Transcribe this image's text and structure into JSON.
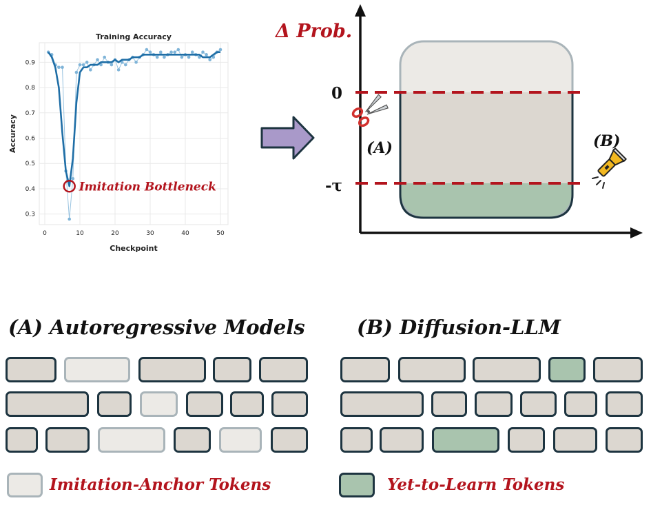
{
  "colors": {
    "axis_red": "#b3141d",
    "line_blue": "#1f6ea6",
    "dot_blue": "#7fb4d8",
    "token_normal": "#dcd7d0",
    "token_anchor": "#eceae6",
    "token_learn": "#a9c4ae",
    "token_border": "#1d3440",
    "arrow_fill": "#a999c9"
  },
  "chart_data": {
    "type": "line",
    "title": "Training Accuracy",
    "xlabel": "Checkpoint",
    "ylabel": "Accuracy",
    "xlim": [
      -1,
      52
    ],
    "ylim": [
      0.26,
      0.98
    ],
    "x_ticks": [
      0,
      10,
      20,
      30,
      40,
      50
    ],
    "y_ticks": [
      0.3,
      0.4,
      0.5,
      0.6,
      0.7,
      0.8,
      0.9
    ],
    "grid": true,
    "annotation": {
      "text": "Imitation Bottleneck",
      "x": 7,
      "y": 0.41
    },
    "series": [
      {
        "x": [
          1,
          2,
          3,
          4,
          5,
          6,
          7,
          8,
          9,
          10,
          11,
          12,
          13,
          14,
          15,
          16,
          17,
          18,
          19,
          20,
          21,
          22,
          23,
          24,
          25,
          26,
          27,
          28,
          29,
          30,
          31,
          32,
          33,
          34,
          35,
          36,
          37,
          38,
          39,
          40,
          41,
          42,
          43,
          44,
          45,
          46,
          47,
          48,
          49,
          50
        ],
        "values": [
          0.94,
          0.93,
          0.89,
          0.88,
          0.88,
          0.47,
          0.28,
          0.44,
          0.86,
          0.89,
          0.89,
          0.9,
          0.87,
          0.89,
          0.91,
          0.89,
          0.92,
          0.9,
          0.89,
          0.91,
          0.87,
          0.9,
          0.89,
          0.91,
          0.92,
          0.9,
          0.92,
          0.93,
          0.95,
          0.94,
          0.93,
          0.92,
          0.94,
          0.92,
          0.93,
          0.94,
          0.94,
          0.95,
          0.92,
          0.93,
          0.92,
          0.94,
          0.93,
          0.92,
          0.94,
          0.93,
          0.91,
          0.92,
          0.94,
          0.95
        ]
      },
      {
        "x": [
          1,
          2,
          3,
          4,
          5,
          6,
          7,
          8,
          9,
          10,
          11,
          12,
          13,
          14,
          15,
          16,
          17,
          18,
          19,
          20,
          21,
          22,
          23,
          24,
          25,
          26,
          27,
          28,
          29,
          30,
          31,
          32,
          33,
          34,
          35,
          36,
          37,
          38,
          39,
          40,
          41,
          42,
          43,
          44,
          45,
          46,
          47,
          48,
          49,
          50
        ],
        "values": [
          0.94,
          0.92,
          0.88,
          0.8,
          0.62,
          0.47,
          0.41,
          0.52,
          0.74,
          0.86,
          0.88,
          0.88,
          0.89,
          0.89,
          0.89,
          0.9,
          0.9,
          0.9,
          0.9,
          0.91,
          0.9,
          0.91,
          0.91,
          0.91,
          0.92,
          0.92,
          0.92,
          0.93,
          0.93,
          0.93,
          0.93,
          0.93,
          0.93,
          0.93,
          0.93,
          0.93,
          0.93,
          0.93,
          0.93,
          0.93,
          0.93,
          0.93,
          0.93,
          0.93,
          0.92,
          0.92,
          0.92,
          0.93,
          0.94,
          0.94
        ]
      }
    ]
  },
  "prob_diagram": {
    "axis_label": "Δ Prob.",
    "label_zero": "0",
    "label_tau": "-τ",
    "marker_a": "(A)",
    "marker_b": "(B)"
  },
  "sections": {
    "ar_title": "(A) Autoregressive Models",
    "dllm_title": "(B) Diffusion-LLM"
  },
  "legend": {
    "anchor_label": "Imitation-Anchor Tokens",
    "learn_label": "Yet-to-Learn Tokens"
  },
  "token_grid_a": {
    "rows": [
      [
        "normal",
        "anchor",
        "normal",
        "normal",
        "normal"
      ],
      [
        "normal",
        "normal",
        "anchor",
        "normal",
        "normal",
        "normal"
      ],
      [
        "normal",
        "normal",
        "anchor",
        "normal",
        "anchor",
        "normal"
      ]
    ]
  },
  "token_grid_b": {
    "rows": [
      [
        "normal",
        "normal",
        "normal",
        "learn",
        "normal"
      ],
      [
        "normal",
        "normal",
        "normal",
        "normal",
        "normal",
        "normal"
      ],
      [
        "normal",
        "normal",
        "learn",
        "normal",
        "normal",
        "normal"
      ]
    ]
  }
}
